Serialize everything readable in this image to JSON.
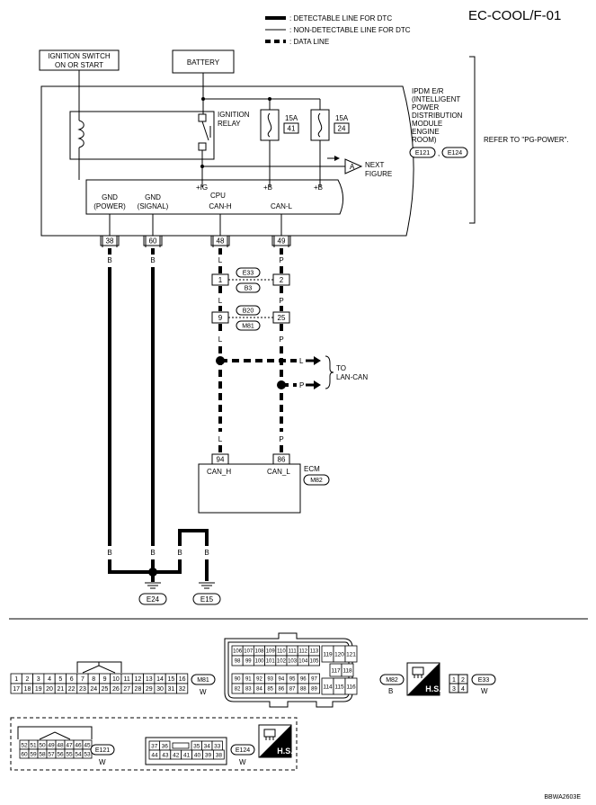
{
  "header": {
    "title": "EC-COOL/F-01",
    "legend": [
      {
        "style": "thick",
        "label": ": DETECTABLE LINE FOR DTC"
      },
      {
        "style": "thin",
        "label": ": NON-DETECTABLE LINE FOR DTC"
      },
      {
        "style": "data",
        "label": ": DATA LINE"
      }
    ]
  },
  "components": {
    "ignition_switch": {
      "line1": "IGNITION SWITCH",
      "line2": "ON OR START"
    },
    "battery": {
      "label": "BATTERY"
    },
    "ignition_relay": {
      "line1": "IGNITION",
      "line2": "RELAY"
    },
    "fuse_1": {
      "rating": "15A",
      "number": "41"
    },
    "fuse_2": {
      "rating": "15A",
      "number": "24"
    },
    "ipdm": {
      "lines": [
        "IPDM E/R",
        "(INTELLIGENT",
        "POWER",
        "DISTRIBUTION",
        "MODULE",
        "ENGINE",
        "ROOM)"
      ],
      "conn1": "E121",
      "conn2": "E124"
    },
    "refer": "REFER TO \"PG-POWER\".",
    "next_figure": {
      "marker": "A",
      "line1": "NEXT",
      "line2": "FIGURE"
    },
    "cpu": {
      "label": "CPU",
      "plus_ig": "+IG",
      "plus_b1": "+B",
      "plus_b2": "+B",
      "pins": [
        {
          "line1": "GND",
          "line2": "(POWER)"
        },
        {
          "line1": "GND",
          "line2": "(SIGNAL)"
        },
        {
          "line1": "CAN-H",
          "line2": ""
        },
        {
          "line1": "CAN-L",
          "line2": ""
        }
      ]
    },
    "ipdm_terminals": [
      "38",
      "60",
      "48",
      "49"
    ],
    "wire_colors": {
      "gnd_power": "B",
      "gnd_signal": "B",
      "can_h": "L",
      "can_l": "P"
    },
    "junction_1": {
      "left": "1",
      "right": "2",
      "conn_top": "E33",
      "conn_bottom": "B3"
    },
    "junction_2": {
      "left": "9",
      "right": "25",
      "conn_top": "B20",
      "conn_bottom": "M81"
    },
    "lan_can": {
      "line1": "TO",
      "line2": "LAN-CAN",
      "l": "L",
      "p": "P"
    },
    "ecm": {
      "label": "ECM",
      "conn": "M82",
      "pin_h": "94",
      "pin_l": "86",
      "can_h": "CAN_H",
      "can_l": "CAN_L"
    },
    "grounds": {
      "b1": "B",
      "b2": "B",
      "b3": "B",
      "b4": "B",
      "g1": "E24",
      "g2": "E15"
    }
  },
  "connectors": {
    "m81": {
      "id": "M81",
      "color": "W",
      "top_row": [
        "1",
        "2",
        "3",
        "4",
        "5",
        "6",
        "7",
        "8",
        "9",
        "10",
        "11",
        "12",
        "13",
        "14",
        "15",
        "16"
      ],
      "bottom_row": [
        "17",
        "18",
        "19",
        "20",
        "21",
        "22",
        "23",
        "24",
        "25",
        "26",
        "27",
        "28",
        "29",
        "30",
        "31",
        "32"
      ]
    },
    "m82": {
      "id": "M82",
      "color": "B",
      "rows": [
        [
          "106",
          "107",
          "108",
          "109",
          "110",
          "111",
          "112",
          "113"
        ],
        [
          "98",
          "99",
          "100",
          "101",
          "102",
          "103",
          "104",
          "105"
        ],
        [
          "90",
          "91",
          "92",
          "93",
          "94",
          "95",
          "96",
          "97"
        ],
        [
          "82",
          "83",
          "84",
          "85",
          "86",
          "87",
          "88",
          "89"
        ]
      ],
      "upper_right": [
        "119",
        "120",
        "121"
      ],
      "mid_right": [
        "117",
        "118"
      ],
      "lower_right": [
        "114",
        "115",
        "116"
      ],
      "hs": "H.S."
    },
    "e33": {
      "id": "E33",
      "color": "W",
      "top": [
        "1",
        "2"
      ],
      "bottom": [
        "3",
        "4"
      ]
    },
    "e121": {
      "id": "E121",
      "color": "W",
      "top": [
        "52",
        "51",
        "50",
        "49",
        "48",
        "47",
        "46",
        "45"
      ],
      "bottom": [
        "60",
        "59",
        "58",
        "57",
        "56",
        "55",
        "54",
        "53"
      ]
    },
    "e124": {
      "id": "E124",
      "color": "W",
      "top_left": [
        "37",
        "36"
      ],
      "top_right": [
        "35",
        "34",
        "33"
      ],
      "bottom": [
        "44",
        "43",
        "42",
        "41",
        "40",
        "39",
        "38"
      ],
      "hs": "H.S."
    }
  },
  "footer": {
    "code": "BBWA2603E"
  }
}
